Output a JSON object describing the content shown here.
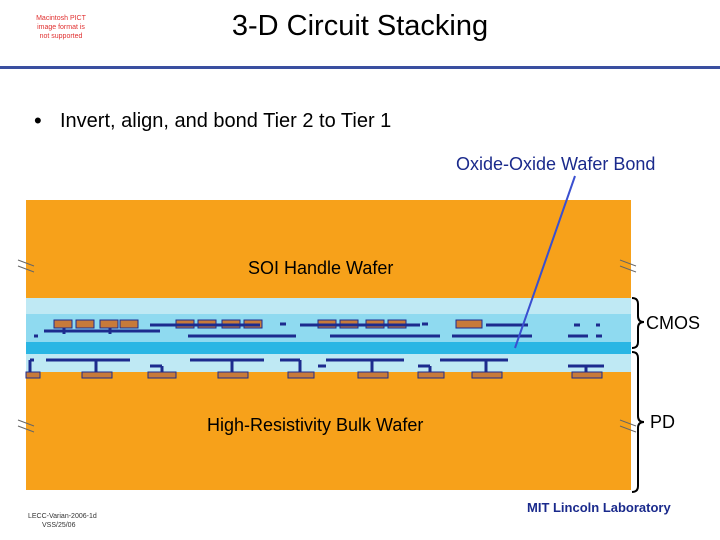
{
  "header": {
    "placeholder_text": "Macintosh PICT image format is not supported",
    "title": "3-D Circuit Stacking"
  },
  "bullets": [
    {
      "text": "Invert, align, and bond Tier 2 to Tier 1"
    }
  ],
  "diagram": {
    "bond_label": "Oxide-Oxide Wafer Bond",
    "handle_wafer_label": "SOI Handle Wafer",
    "bulk_wafer_label": "High-Resistivity Bulk Wafer",
    "cmos_label": "CMOS",
    "pd_label": "PD",
    "colors": {
      "wafer": "#f7a11a",
      "oxide_light": "#bfe9f4",
      "oxide_mid": "#7fd4ec",
      "silicon_band": "#2ab6e4",
      "metal": "#1c2b8e",
      "pad": "#c77a3a",
      "pointer": "#3a4fd0"
    }
  },
  "footer": {
    "lab": "MIT Lincoln Laboratory",
    "doc_id": "LECC-Varian-2006-1d",
    "version": "VSS/25/06"
  }
}
